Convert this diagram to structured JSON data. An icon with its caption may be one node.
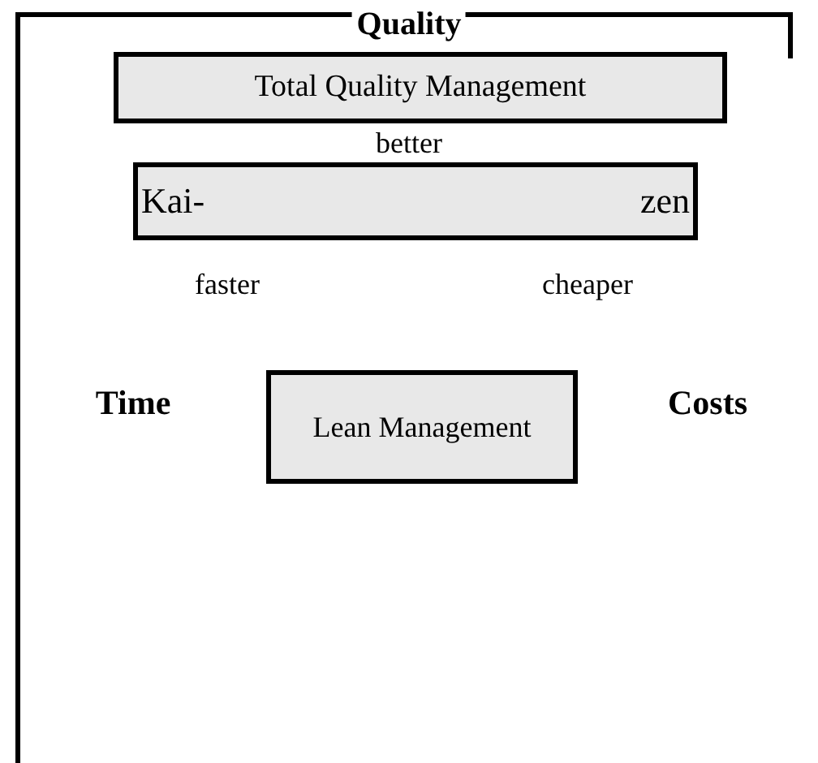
{
  "diagram": {
    "nodes": [
      {
        "text": [
          "Total Quality Management"
        ]
      },
      {
        "text": [
          "Kai-",
          "zen"
        ]
      },
      {
        "text": [
          "Lean Management"
        ]
      }
    ],
    "edges": [],
    "labels": [
      "Quality",
      "better",
      "faster",
      "cheaper",
      "Time",
      "Costs"
    ]
  }
}
